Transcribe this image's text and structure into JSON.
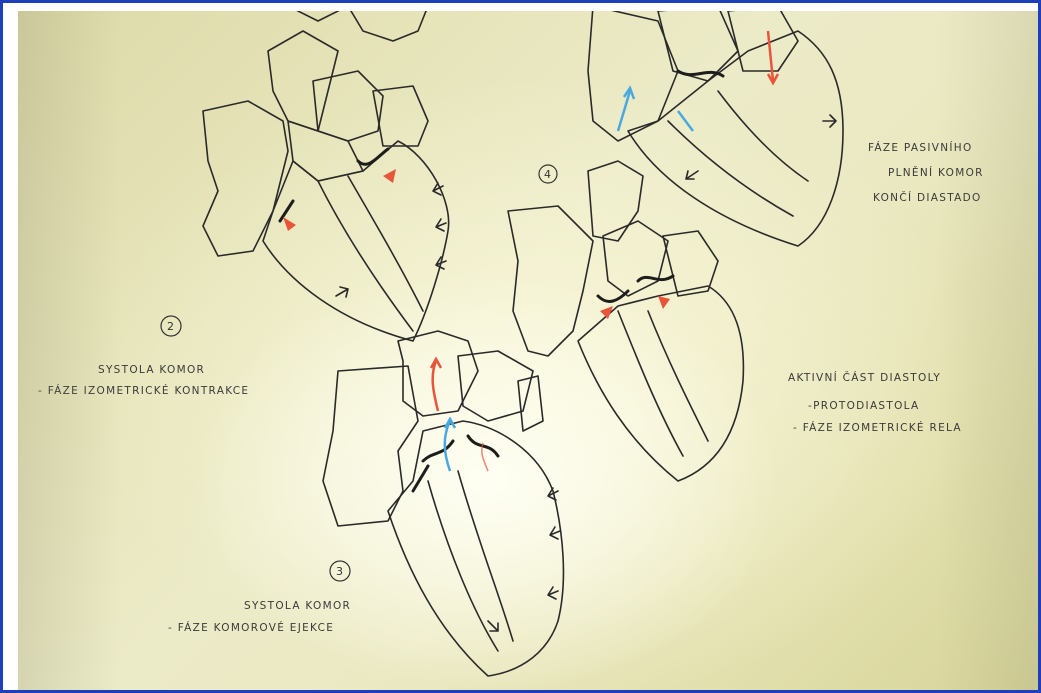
{
  "labels": {
    "stage2_number": "2",
    "stage2_title": "SYSTOLA KOMOR",
    "stage2_sub": "- FÁZE IZOMETRICKÉ KONTRAKCE",
    "stage3_number": "3",
    "stage3_title": "SYSTOLA KOMOR",
    "stage3_sub": "- FÁZE KOMOROVÉ EJEKCE",
    "stage4_number": "4",
    "stage4_line1": "AKTIVNÍ ČÁST DIASTOLY",
    "stage4_line2": "-PROTODIASTOLA",
    "stage4_line3": "- FÁZE IZOMETRICKÉ RELA",
    "stage1_line1": "FÁZE PASIVNÍHO",
    "stage1_line2": "PLNĚNÍ KOMOR",
    "stage1_line3": "KONČÍ DIASTADO"
  },
  "colors": {
    "frame": "#1f3fb8",
    "ink": "#2a2a2a",
    "red_arrow": "#e8553a",
    "blue_arrow": "#4aa8e0",
    "ventricle_yellow": "#f1e27a",
    "ventricle_green": "#cfe0c2",
    "atrium_pink": "#efd3c6",
    "atrium_blue": "#d9e7e6"
  }
}
